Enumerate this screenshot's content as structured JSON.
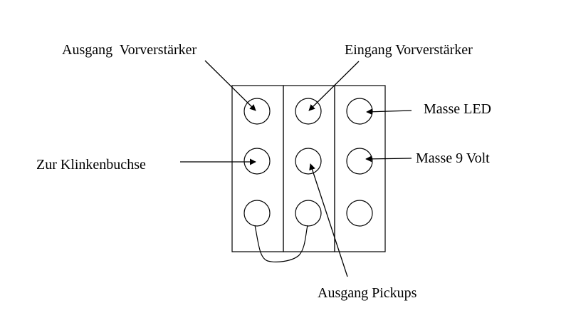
{
  "labels": {
    "ausgang_vorverstaerker": "Ausgang  Vorverstärker",
    "eingang_vorverstaerker": "Eingang Vorverstärker",
    "masse_led": "Masse LED",
    "zur_klinkenbuchse": "Zur Klinkenbuchse",
    "masse_9_volt": "Masse 9 Volt",
    "ausgang_pickups": "Ausgang Pickups"
  },
  "colors": {
    "line": "#000000",
    "background": "#ffffff"
  },
  "switch": {
    "columns": 3,
    "rows": 3
  }
}
